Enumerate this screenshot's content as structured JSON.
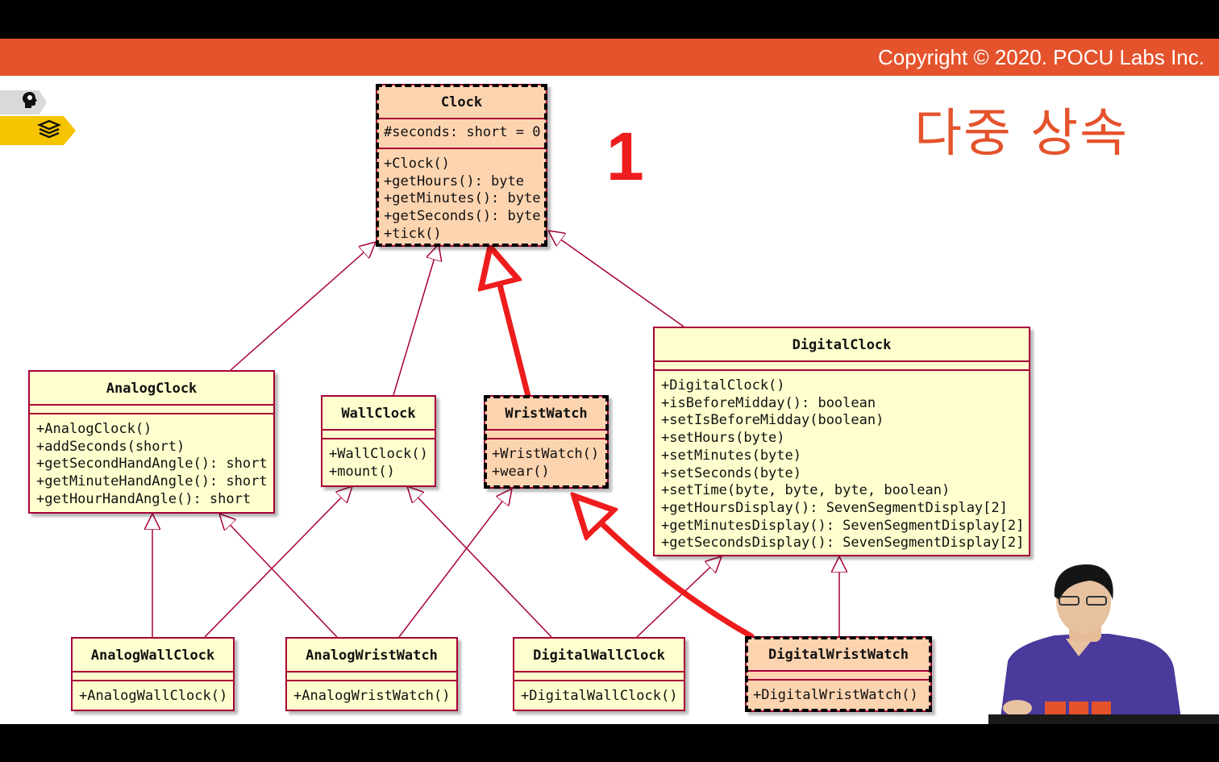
{
  "header": {
    "copyright": "Copyright © 2020. POCU Labs Inc."
  },
  "slide": {
    "title": "다중 상속",
    "step_number": "1"
  },
  "sidebar": {
    "tabs": [
      {
        "icon": "brain-head-icon"
      },
      {
        "icon": "stacked-books-icon"
      }
    ]
  },
  "classes": {
    "clock": {
      "name": "Clock",
      "attributes": [
        "#seconds: short = 0"
      ],
      "methods": [
        "+Clock()",
        "+getHours(): byte",
        "+getMinutes(): byte",
        "+getSeconds(): byte",
        "+tick()"
      ]
    },
    "analog_clock": {
      "name": "AnalogClock",
      "methods": [
        "+AnalogClock()",
        "+addSeconds(short)",
        "+getSecondHandAngle(): short",
        "+getMinuteHandAngle(): short",
        "+getHourHandAngle(): short"
      ]
    },
    "wall_clock": {
      "name": "WallClock",
      "methods": [
        "+WallClock()",
        "+mount()"
      ]
    },
    "wrist_watch": {
      "name": "WristWatch",
      "methods": [
        "+WristWatch()",
        "+wear()"
      ]
    },
    "digital_clock": {
      "name": "DigitalClock",
      "methods": [
        "+DigitalClock()",
        "+isBeforeMidday(): boolean",
        "+setIsBeforeMidday(boolean)",
        "+setHours(byte)",
        "+setMinutes(byte)",
        "+setSeconds(byte)",
        "+setTime(byte, byte, byte, boolean)",
        "+getHoursDisplay(): SevenSegmentDisplay[2]",
        "+getMinutesDisplay(): SevenSegmentDisplay[2]",
        "+getSecondsDisplay(): SevenSegmentDisplay[2]"
      ]
    },
    "analog_wall_clock": {
      "name": "AnalogWallClock",
      "methods": [
        "+AnalogWallClock()"
      ]
    },
    "analog_wrist_watch": {
      "name": "AnalogWristWatch",
      "methods": [
        "+AnalogWristWatch()"
      ]
    },
    "digital_wall_clock": {
      "name": "DigitalWallClock",
      "methods": [
        "+DigitalWallClock()"
      ]
    },
    "digital_wrist_watch": {
      "name": "DigitalWristWatch",
      "methods": [
        "+DigitalWristWatch()"
      ]
    }
  },
  "inheritance": [
    {
      "child": "AnalogClock",
      "parent": "Clock"
    },
    {
      "child": "WallClock",
      "parent": "Clock"
    },
    {
      "child": "WristWatch",
      "parent": "Clock",
      "highlighted": true
    },
    {
      "child": "DigitalClock",
      "parent": "Clock"
    },
    {
      "child": "AnalogWallClock",
      "parent": "AnalogClock"
    },
    {
      "child": "AnalogWallClock",
      "parent": "WallClock"
    },
    {
      "child": "AnalogWristWatch",
      "parent": "AnalogClock"
    },
    {
      "child": "AnalogWristWatch",
      "parent": "WristWatch"
    },
    {
      "child": "DigitalWallClock",
      "parent": "WallClock"
    },
    {
      "child": "DigitalWallClock",
      "parent": "DigitalClock"
    },
    {
      "child": "DigitalWristWatch",
      "parent": "WristWatch",
      "highlighted": true
    },
    {
      "child": "DigitalWristWatch",
      "parent": "DigitalClock"
    }
  ],
  "colors": {
    "header_bar": "#e4532c",
    "title": "#e4532c",
    "step_number": "#ee1c1c",
    "class_fill": "#fefece",
    "class_highlight_fill": "#fdd4b0",
    "class_border": "#a80036",
    "highlight_arrow": "#ee1c1c"
  }
}
